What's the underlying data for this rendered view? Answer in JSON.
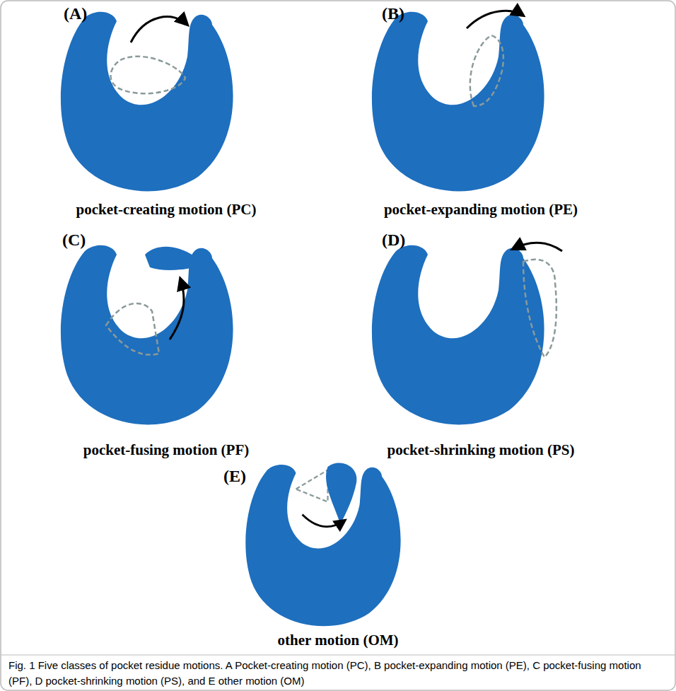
{
  "diagram": {
    "caption": "Fig. 1 Five classes of pocket residue motions. A Pocket-creating motion (PC), B pocket-expanding motion (PE), C pocket-fusing motion (PF), D pocket-shrinking motion (PS), and E other motion (OM)",
    "labels": [
      "(A)",
      "pocket-creating motion (PC)",
      "(B)",
      "pocket-expanding motion (PE)",
      "(C)",
      "pocket-fusing motion (PF)",
      "(D)",
      "pocket-shrinking motion (PS)",
      "(E)",
      "other motion (OM)"
    ]
  }
}
